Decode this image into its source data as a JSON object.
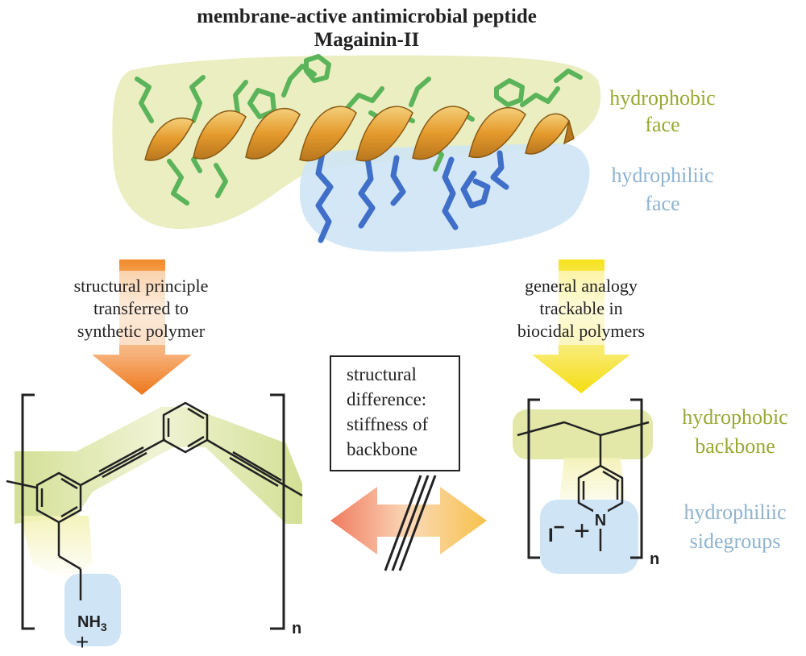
{
  "title": {
    "line1": "membrane-active antimicrobial peptide",
    "line2": "Magainin-II"
  },
  "helix_labels": {
    "hydrophobic": [
      "hydrophobic",
      "face"
    ],
    "hydrophilic": [
      "hydrophiliic",
      "face"
    ]
  },
  "left_arrow_text": [
    "structural principle",
    "transferred to",
    "synthetic polymer"
  ],
  "right_arrow_text": [
    "general analogy",
    "trackable in",
    "biocidal polymers"
  ],
  "center_box_text": [
    "structural",
    "difference:",
    "stiffness of",
    "backbone"
  ],
  "polymer_left": {
    "amine": "NH",
    "amine_sub": "3",
    "charge": "+",
    "repeat": "n"
  },
  "polymer_right": {
    "counterion": "I",
    "counterion_charge": "−",
    "cation_charge": "+",
    "nitrogen": "N",
    "repeat": "n",
    "backbone_label": [
      "hydrophobic",
      "backbone"
    ],
    "sidegroup_label": [
      "hydrophiliic",
      "sidegroups"
    ]
  },
  "colors": {
    "hydrophobic_text": "#9aa832",
    "hydrophilic_text": "#8fb3cf",
    "hydrophobic_shade": "#e6ebb5",
    "hydrophilic_shade": "#cfe4f5",
    "helix_ribbon": "#e8a93a",
    "hydrophobic_sidechain": "#5bb45a",
    "hydrophilic_sidechain": "#3f6fc8",
    "orange_arrow": "#ee7a1c",
    "yellow_arrow": "#f7e21a"
  }
}
